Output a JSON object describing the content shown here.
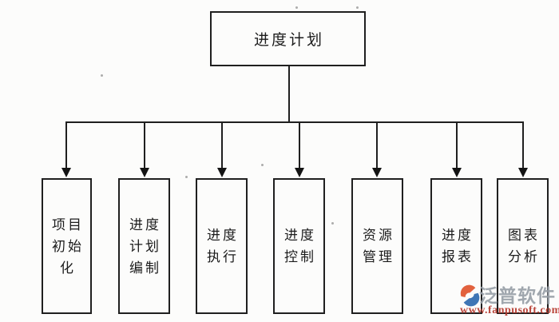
{
  "diagram": {
    "title_note": "progress-plan function structure flowchart",
    "root": {
      "label": "进度计划"
    },
    "children": [
      {
        "label": "项目初始化",
        "lines": [
          "项目",
          "初始",
          "化"
        ]
      },
      {
        "label": "进度计划编制",
        "lines": [
          "进度",
          "计划",
          "编制"
        ]
      },
      {
        "label": "进度执行",
        "lines": [
          "进度",
          "执行"
        ]
      },
      {
        "label": "进度控制",
        "lines": [
          "进度",
          "控制"
        ]
      },
      {
        "label": "资源管理",
        "lines": [
          "资源",
          "管理"
        ]
      },
      {
        "label": "进度报表",
        "lines": [
          "进度",
          "报表"
        ]
      },
      {
        "label": "图表分析",
        "lines": [
          "图表",
          "分析"
        ]
      }
    ],
    "line_color": "#1f1f1f"
  },
  "watermark": {
    "brand": "泛普软件",
    "url": "www.fanpusoft.com",
    "logo_icon": "fanpu-logo",
    "colors": {
      "brand_text": "#99a0a8",
      "url_text": "#b5382c",
      "logo_orange": "#e0552f",
      "logo_blue": "#2f6bb0"
    }
  }
}
